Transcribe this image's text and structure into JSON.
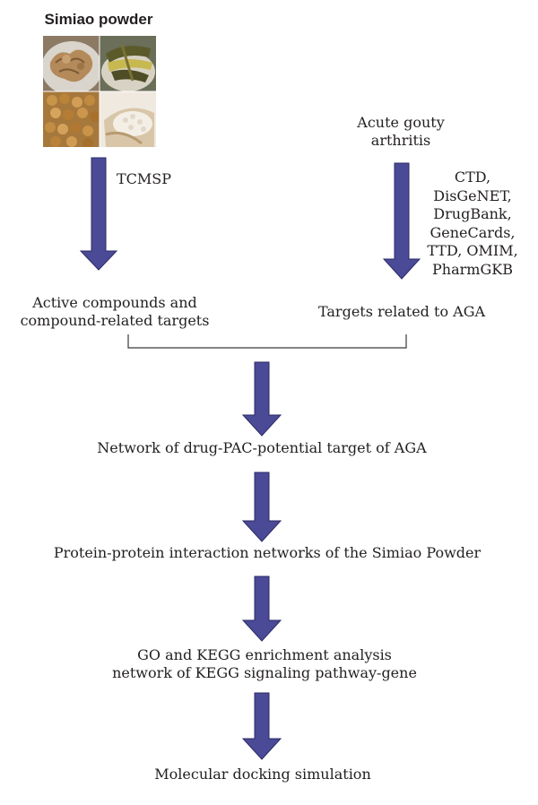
{
  "diagram": {
    "herb_title": "Simiao powder",
    "herb_source_db": "TCMSP",
    "disease": [
      "Acute gouty",
      "arthritis"
    ],
    "disease_databases": [
      "CTD,",
      "DisGeNET,",
      "DrugBank,",
      "GeneCards,",
      "TTD, OMIM,",
      "PharmGKB"
    ],
    "compound_targets": [
      "Active compounds and",
      "compound-related targets"
    ],
    "disease_targets": "Targets related to AGA",
    "network_step": "Network of drug-PAC-potential target of AGA",
    "ppi_step": "Protein-protein interaction networks of the Simiao Powder",
    "enrichment_step": [
      "GO and KEGG enrichment analysis",
      "network of KEGG signaling pathway-gene"
    ],
    "docking_step": "Molecular docking simulation"
  },
  "colors": {
    "arrow_fill": "#4b4a97",
    "arrow_stroke": "#2b2a66",
    "text": "#231f20",
    "bracket": "#3a3a3a"
  }
}
